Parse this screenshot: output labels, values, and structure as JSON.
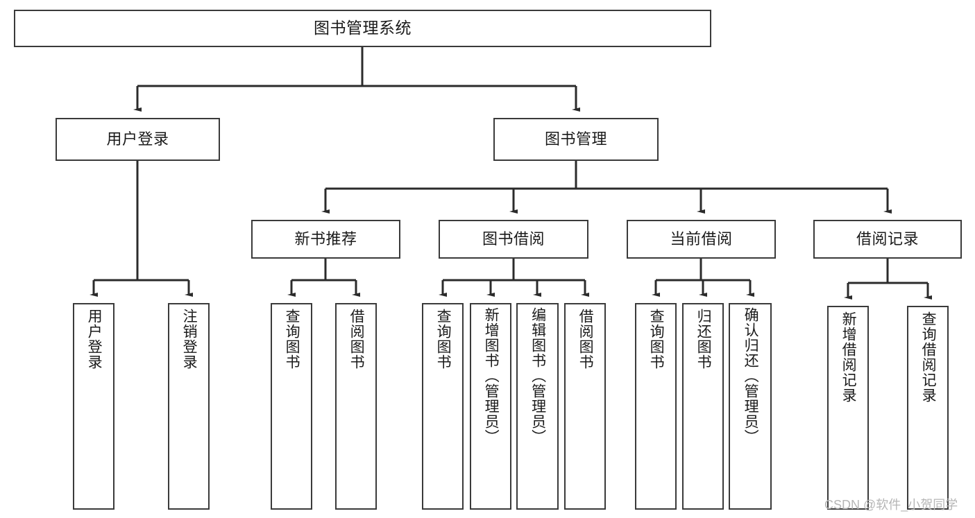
{
  "diagram": {
    "type": "tree-hierarchy",
    "title": "图书管理系统",
    "watermark": "CSDN @软件_小贺同学",
    "colors": {
      "box_border": "#3a3a3a",
      "box_fill": "#ffffff",
      "edge": "#2b2b2b",
      "text": "#1a1a1a",
      "watermark": "#b6b6b6",
      "background": "#ffffff"
    },
    "nodes": {
      "root": {
        "label": "图书管理系统"
      },
      "level2": [
        {
          "label": "用户登录"
        },
        {
          "label": "图书管理"
        }
      ],
      "level3": [
        {
          "label": "新书推荐"
        },
        {
          "label": "图书借阅"
        },
        {
          "label": "当前借阅"
        },
        {
          "label": "借阅记录"
        }
      ],
      "leaves": {
        "user_login": [
          {
            "label": "用户登录"
          },
          {
            "label": "注销登录"
          }
        ],
        "new_book_recommend": [
          {
            "label": "查询图书"
          },
          {
            "label": "借阅图书"
          }
        ],
        "book_borrow": [
          {
            "label": "查询图书"
          },
          {
            "label": "新增图书（管理员）"
          },
          {
            "label": "编辑图书（管理员）"
          },
          {
            "label": "借阅图书"
          }
        ],
        "current_borrow": [
          {
            "label": "查询图书"
          },
          {
            "label": "归还图书"
          },
          {
            "label": "确认归还（管理员）"
          }
        ],
        "borrow_record": [
          {
            "label": "新增借阅记录"
          },
          {
            "label": "查询借阅记录"
          }
        ]
      }
    }
  }
}
